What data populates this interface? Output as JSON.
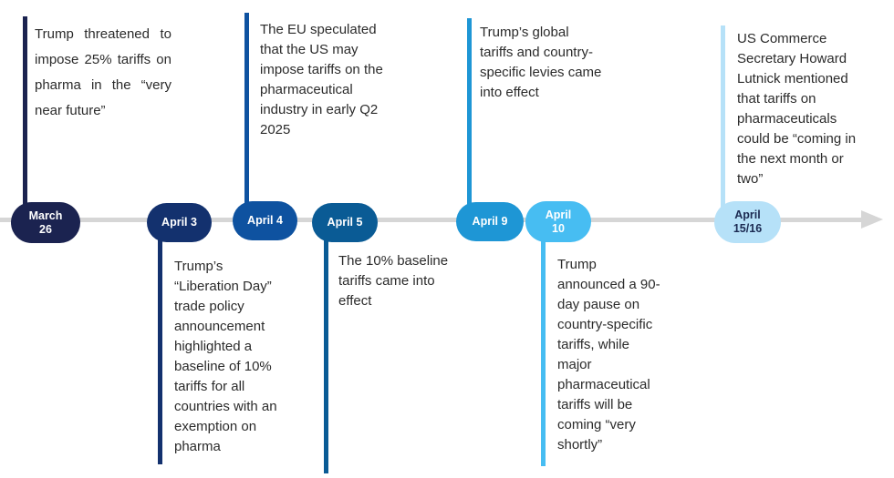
{
  "diagram": {
    "type": "horizontal-timeline",
    "topic": "US pharma tariff timeline",
    "axis_color": "#d6d6d6",
    "direction": "left-to-right-arrow",
    "background_color": "#ffffff",
    "text_color": "#2b2b2b"
  },
  "events": [
    {
      "date": "March 26",
      "description": "Trump threatened to impose 25% tariffs on pharma in the “very near future”",
      "color": "#1b2350",
      "label_text_color": "#ffffff",
      "text_position": "above"
    },
    {
      "date": "April 3",
      "description": "Trump’s “Liberation Day” trade policy announcement highlighted a baseline of 10% tariffs for all countries with an exemption on pharma",
      "color": "#13316e",
      "label_text_color": "#ffffff",
      "text_position": "below"
    },
    {
      "date": "April 4",
      "description": "The EU speculated that the US may impose tariffs on the pharmaceutical industry in early Q2 2025",
      "color": "#0e52a0",
      "label_text_color": "#ffffff",
      "text_position": "above"
    },
    {
      "date": "April 5",
      "description": "The 10% baseline tariffs came into effect",
      "color": "#0a5b95",
      "label_text_color": "#ffffff",
      "text_position": "below"
    },
    {
      "date": "April 9",
      "description": "Trump’s global tariffs and country-specific levies came into effect",
      "color": "#1e96d5",
      "label_text_color": "#ffffff",
      "text_position": "above"
    },
    {
      "date": "April 10",
      "description": "Trump announced a 90-day pause on country-specific tariffs, while major pharmaceutical tariffs will be coming “very shortly”",
      "color": "#47bdf2",
      "label_text_color": "#ffffff",
      "text_position": "below"
    },
    {
      "date": "April 15/16",
      "description": "US Commerce Secretary Howard Lutnick mentioned that tariffs on pharmaceuticals could be “coming in the next month or two”",
      "color": "#b6e1f8",
      "label_text_color": "#1b2a52",
      "text_position": "above"
    }
  ]
}
